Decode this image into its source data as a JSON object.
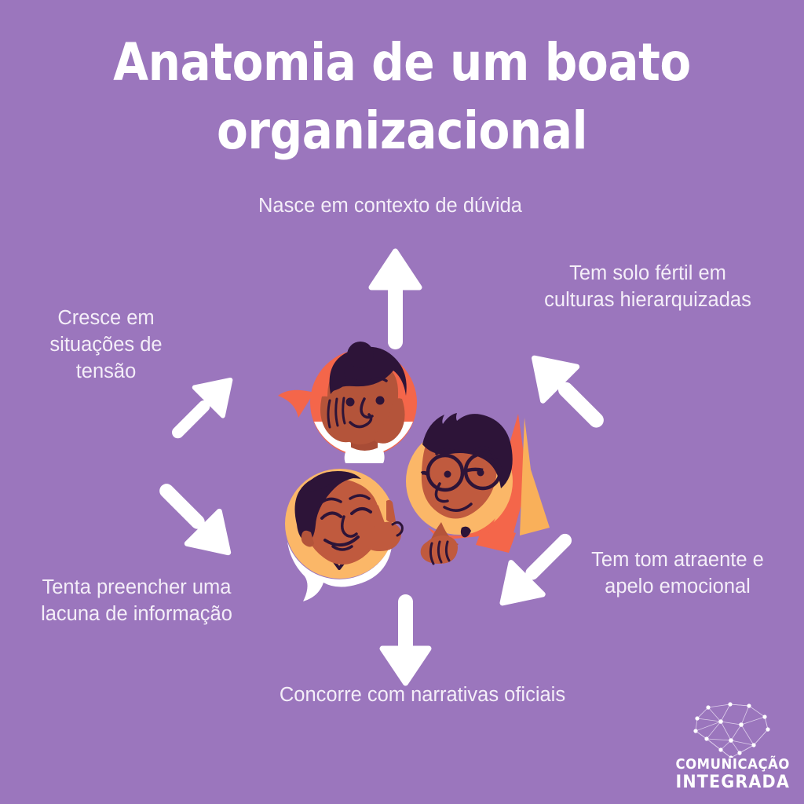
{
  "meta": {
    "background_color": "#9b76bd",
    "text_color": "#f4eef8",
    "accent_coral": "#f4664a",
    "accent_orange": "#f9b05a",
    "accent_dark": "#2d1438",
    "accent_skin": "#b4543a"
  },
  "title": {
    "line1": "Anatomia de um boato",
    "line2": "organizacional"
  },
  "labels": {
    "top": "Nasce em contexto de dúvida",
    "top_right": "Tem solo fértil em\nculturas hierarquizadas",
    "left": "Cresce em\nsituações de\ntensão",
    "bottom_left": "Tenta preencher uma\nlacuna de informação",
    "bottom_right": "Tem tom atraente e\napelo emocional",
    "bottom": "Concorre com narrativas oficiais"
  },
  "arrows": [
    {
      "name": "arrow-up",
      "direction": "up",
      "points_to": "top"
    },
    {
      "name": "arrow-up-right",
      "direction": "up-right",
      "points_to": "top_right"
    },
    {
      "name": "arrow-up-left",
      "direction": "up-left",
      "points_to": "left"
    },
    {
      "name": "arrow-down-left",
      "direction": "down-left",
      "points_to": "bottom_left"
    },
    {
      "name": "arrow-down-right",
      "direction": "down-right",
      "points_to": "bottom_right"
    },
    {
      "name": "arrow-down",
      "direction": "down",
      "points_to": "bottom"
    }
  ],
  "illustration": {
    "characters": [
      {
        "name": "woman-hands-on-face",
        "badge_color": "#f4664a"
      },
      {
        "name": "man-laughing",
        "badge_color": "#f9b05a"
      },
      {
        "name": "man-with-glasses",
        "badge_color": "#f9b05a"
      }
    ]
  },
  "logo": {
    "mark": "network-heart-icon",
    "line1": "COMUNICAÇÃO",
    "line2": "INTEGRADA"
  }
}
